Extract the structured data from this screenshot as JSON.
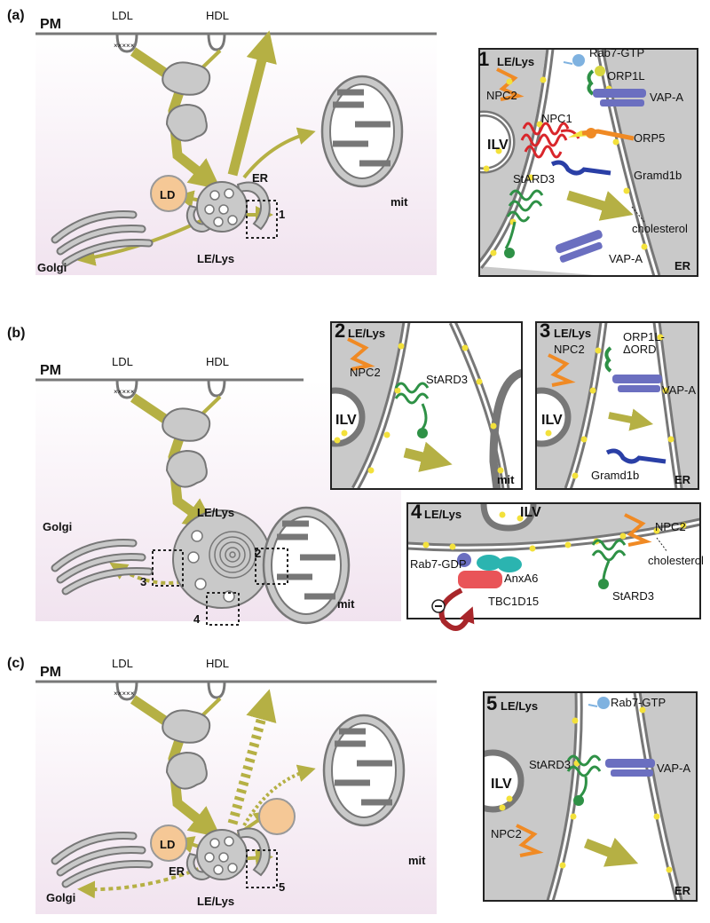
{
  "panels": {
    "a": {
      "label": "(a)",
      "pm": "PM",
      "ldl": "LDL",
      "hdl": "HDL",
      "ld": "LD",
      "er": "ER",
      "box": "1",
      "lelys": "LE/Lys",
      "golgi": "Golgi",
      "mit": "mit"
    },
    "b": {
      "label": "(b)",
      "pm": "PM",
      "ldl": "LDL",
      "hdl": "HDL",
      "golgi": "Golgi",
      "lelys": "LE/Lys",
      "mit": "mit",
      "box2": "2",
      "box3": "3",
      "box4": "4"
    },
    "c": {
      "label": "(c)",
      "pm": "PM",
      "ldl": "LDL",
      "hdl": "HDL",
      "ld": "LD",
      "er": "ER",
      "lelys": "LE/Lys",
      "golgi": "Golgi",
      "mit": "mit",
      "box": "5"
    }
  },
  "insets": {
    "i1": {
      "num": "1",
      "title": "LE/Lys",
      "npc2": "NPC2",
      "ilv": "ILV",
      "npc1": "NPC1",
      "stard3": "StARD3",
      "rab7gtp": "Rab7-GTP",
      "orp1l": "ORP1L",
      "vapa": "VAP-A",
      "orp5": "ORP5",
      "gramd1b": "Gramd1b",
      "cholesterol": "cholesterol",
      "vapa2": "VAP-A",
      "er": "ER"
    },
    "i2": {
      "num": "2",
      "title": "LE/Lys",
      "npc2": "NPC2",
      "stard3": "StARD3",
      "ilv": "ILV",
      "mit": "mit"
    },
    "i3": {
      "num": "3",
      "title": "LE/Lys",
      "npc2": "NPC2",
      "orp1l_a": "ORP1L-",
      "orp1l_b": "ΔORD",
      "vapa": "VAP-A",
      "ilv": "ILV",
      "gramd1b": "Gramd1b",
      "er": "ER"
    },
    "i4": {
      "num": "4",
      "title": "LE/Lys",
      "ilv": "ILV",
      "npc2": "NPC2",
      "rab7gdp": "Rab7-GDP",
      "anxa6": "AnxA6",
      "tbc": "TBC1D15",
      "stard3": "StARD3",
      "cholesterol": "cholesterol"
    },
    "i5": {
      "num": "5",
      "title": "LE/Lys",
      "rab7gtp": "Rab7-GTP",
      "stard3": "StARD3",
      "vapa": "VAP-A",
      "ilv": "ILV",
      "npc2": "NPC2",
      "er": "ER"
    }
  },
  "colors": {
    "arrow": "#b5b044",
    "organelle": "#c9c9c9",
    "ld": "#f5c896",
    "background_gradient_bottom": "#f1e3ef",
    "cholesterol": "#f3e13b",
    "npc1": "#d9262b",
    "stard3": "#2e9146",
    "vapa": "#6b6fc0",
    "npc2": "#f08a24",
    "rab7": "#7fb2e0",
    "anxa6": "#2bb4b0",
    "tbc1d15": "#e95458"
  }
}
